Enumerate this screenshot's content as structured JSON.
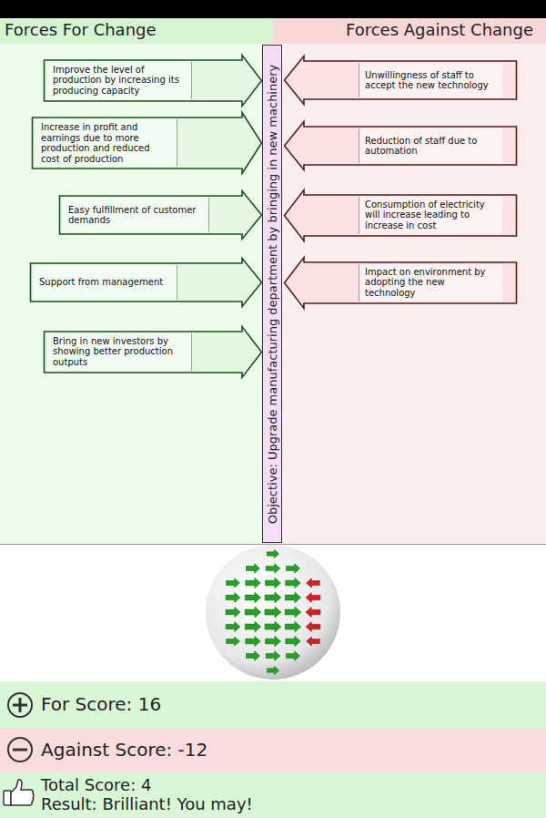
{
  "diagram": {
    "nodes": [
      {
        "text": [
          "Improve the level of production by increasing its producing capacity"
        ]
      },
      {
        "text": [
          "Increase in profit and earnings due to more production and reduced cost of production"
        ]
      },
      {
        "text": [
          "Easy fulfillment of customer demands"
        ]
      },
      {
        "text": [
          "Support from management"
        ]
      },
      {
        "text": [
          "Bring in new investors by showing better production outputs"
        ]
      },
      {
        "text": [
          "Objective: Upgrade manufacturing department by bringing in new machinery"
        ]
      },
      {
        "text": [
          "Unwillingness of staff to accept the new technology"
        ]
      },
      {
        "text": [
          "Reduction of staff due to automation"
        ]
      },
      {
        "text": [
          "Consumption of electricity will increase leading to increase in cost"
        ]
      },
      {
        "text": [
          "Impact on environment by adopting the new technology"
        ]
      }
    ],
    "labels": [
      "Forces For Change",
      "Forces Against Change",
      "For Score: 16",
      "Against Score: -12",
      "Total Score: 4",
      "Result: Brilliant! You may!"
    ]
  }
}
